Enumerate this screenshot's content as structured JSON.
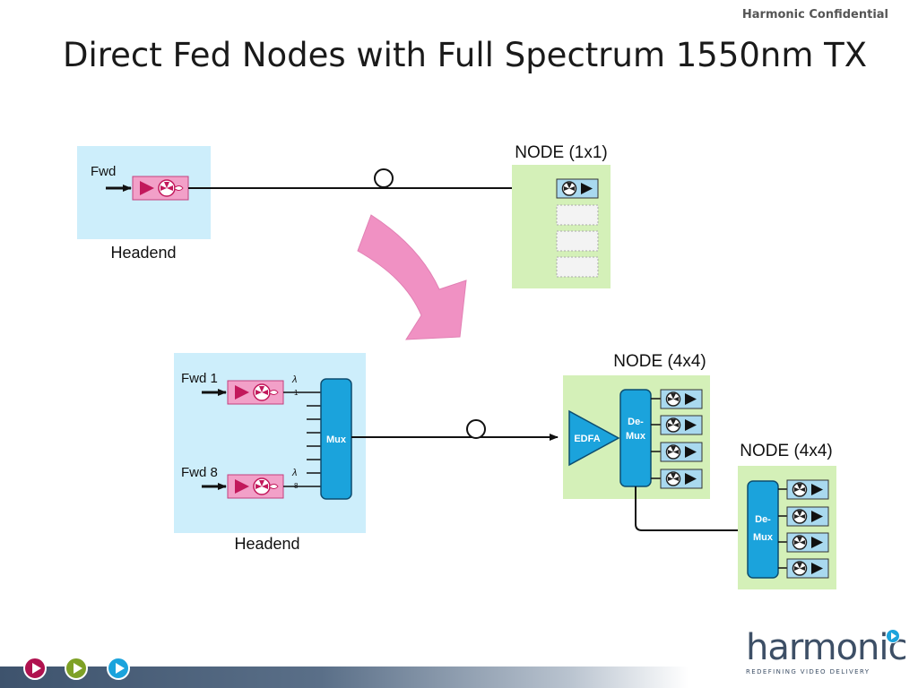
{
  "header": {
    "confidential": "Harmonic Confidential",
    "title": "Direct Fed Nodes with Full Spectrum 1550nm TX"
  },
  "diagram": {
    "top": {
      "input_label": "Fwd",
      "headend_label": "Headend",
      "node_label": "NODE (1x1)"
    },
    "bottom": {
      "input1_label": "Fwd 1",
      "input8_label": "Fwd 8",
      "lambda_symbol": "λ",
      "lambda1_sub": "1",
      "lambda8_sub": "8",
      "mux_label": "Mux",
      "headend_label": "Headend",
      "node_a_label": "NODE (4x4)",
      "edfa_label": "EDFA",
      "demux_line1": "De-",
      "demux_line2": "Mux",
      "node_b_label": "NODE (4x4)"
    }
  },
  "footer": {
    "logo_word": "harmonic",
    "logo_tagline": "REDEFINING VIDEO DELIVERY"
  },
  "colors": {
    "headend_bg": "#cdeefb",
    "node_bg": "#d4f0b8",
    "transmitter_fill": "#f2a0c8",
    "receiver_fill": "#a9d9ef",
    "mux_fill": "#1ba3dc",
    "arrow_pink": "#f08cc0",
    "nav_red": "#b0124f",
    "nav_green": "#7ea126",
    "nav_blue": "#1ba3dc"
  }
}
